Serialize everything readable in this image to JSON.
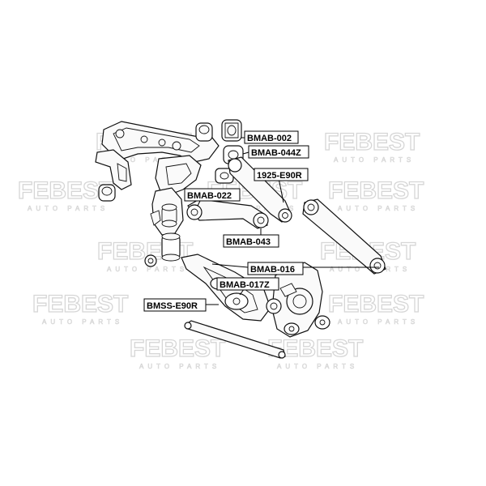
{
  "watermark": {
    "brand": "FEBEST",
    "tagline": "AUTO PARTS"
  },
  "labels": [
    {
      "id": "bmab-002",
      "text": "BMAB-002"
    },
    {
      "id": "bmab-044z",
      "text": "BMAB-044Z"
    },
    {
      "id": "1925-e90r",
      "text": "1925-E90R"
    },
    {
      "id": "bmab-022",
      "text": "BMAB-022"
    },
    {
      "id": "bmab-043",
      "text": "BMAB-043"
    },
    {
      "id": "bmab-016",
      "text": "BMAB-016"
    },
    {
      "id": "bmab-017z",
      "text": "BMAB-017Z"
    },
    {
      "id": "bmss-e90r",
      "text": "BMSS-E90R"
    }
  ]
}
